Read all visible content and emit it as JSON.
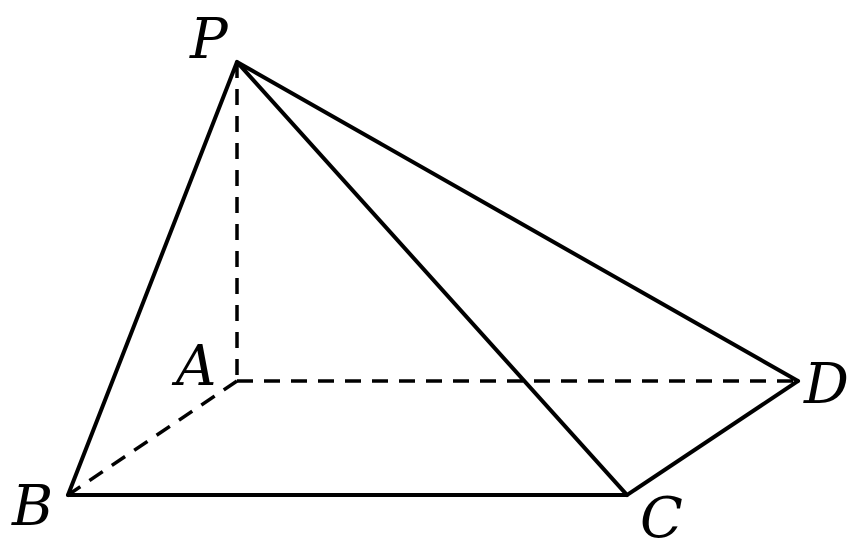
{
  "figure": {
    "type": "pyramid",
    "stroke_color": "#000000",
    "background_color": "#ffffff"
  },
  "vertices": {
    "P": "P",
    "A": "A",
    "B": "B",
    "C": "C",
    "D": "D"
  },
  "edges": {
    "visible": [
      "PB",
      "PC",
      "PD",
      "BC",
      "CD"
    ],
    "hidden": [
      "PA",
      "AB",
      "AD"
    ]
  }
}
